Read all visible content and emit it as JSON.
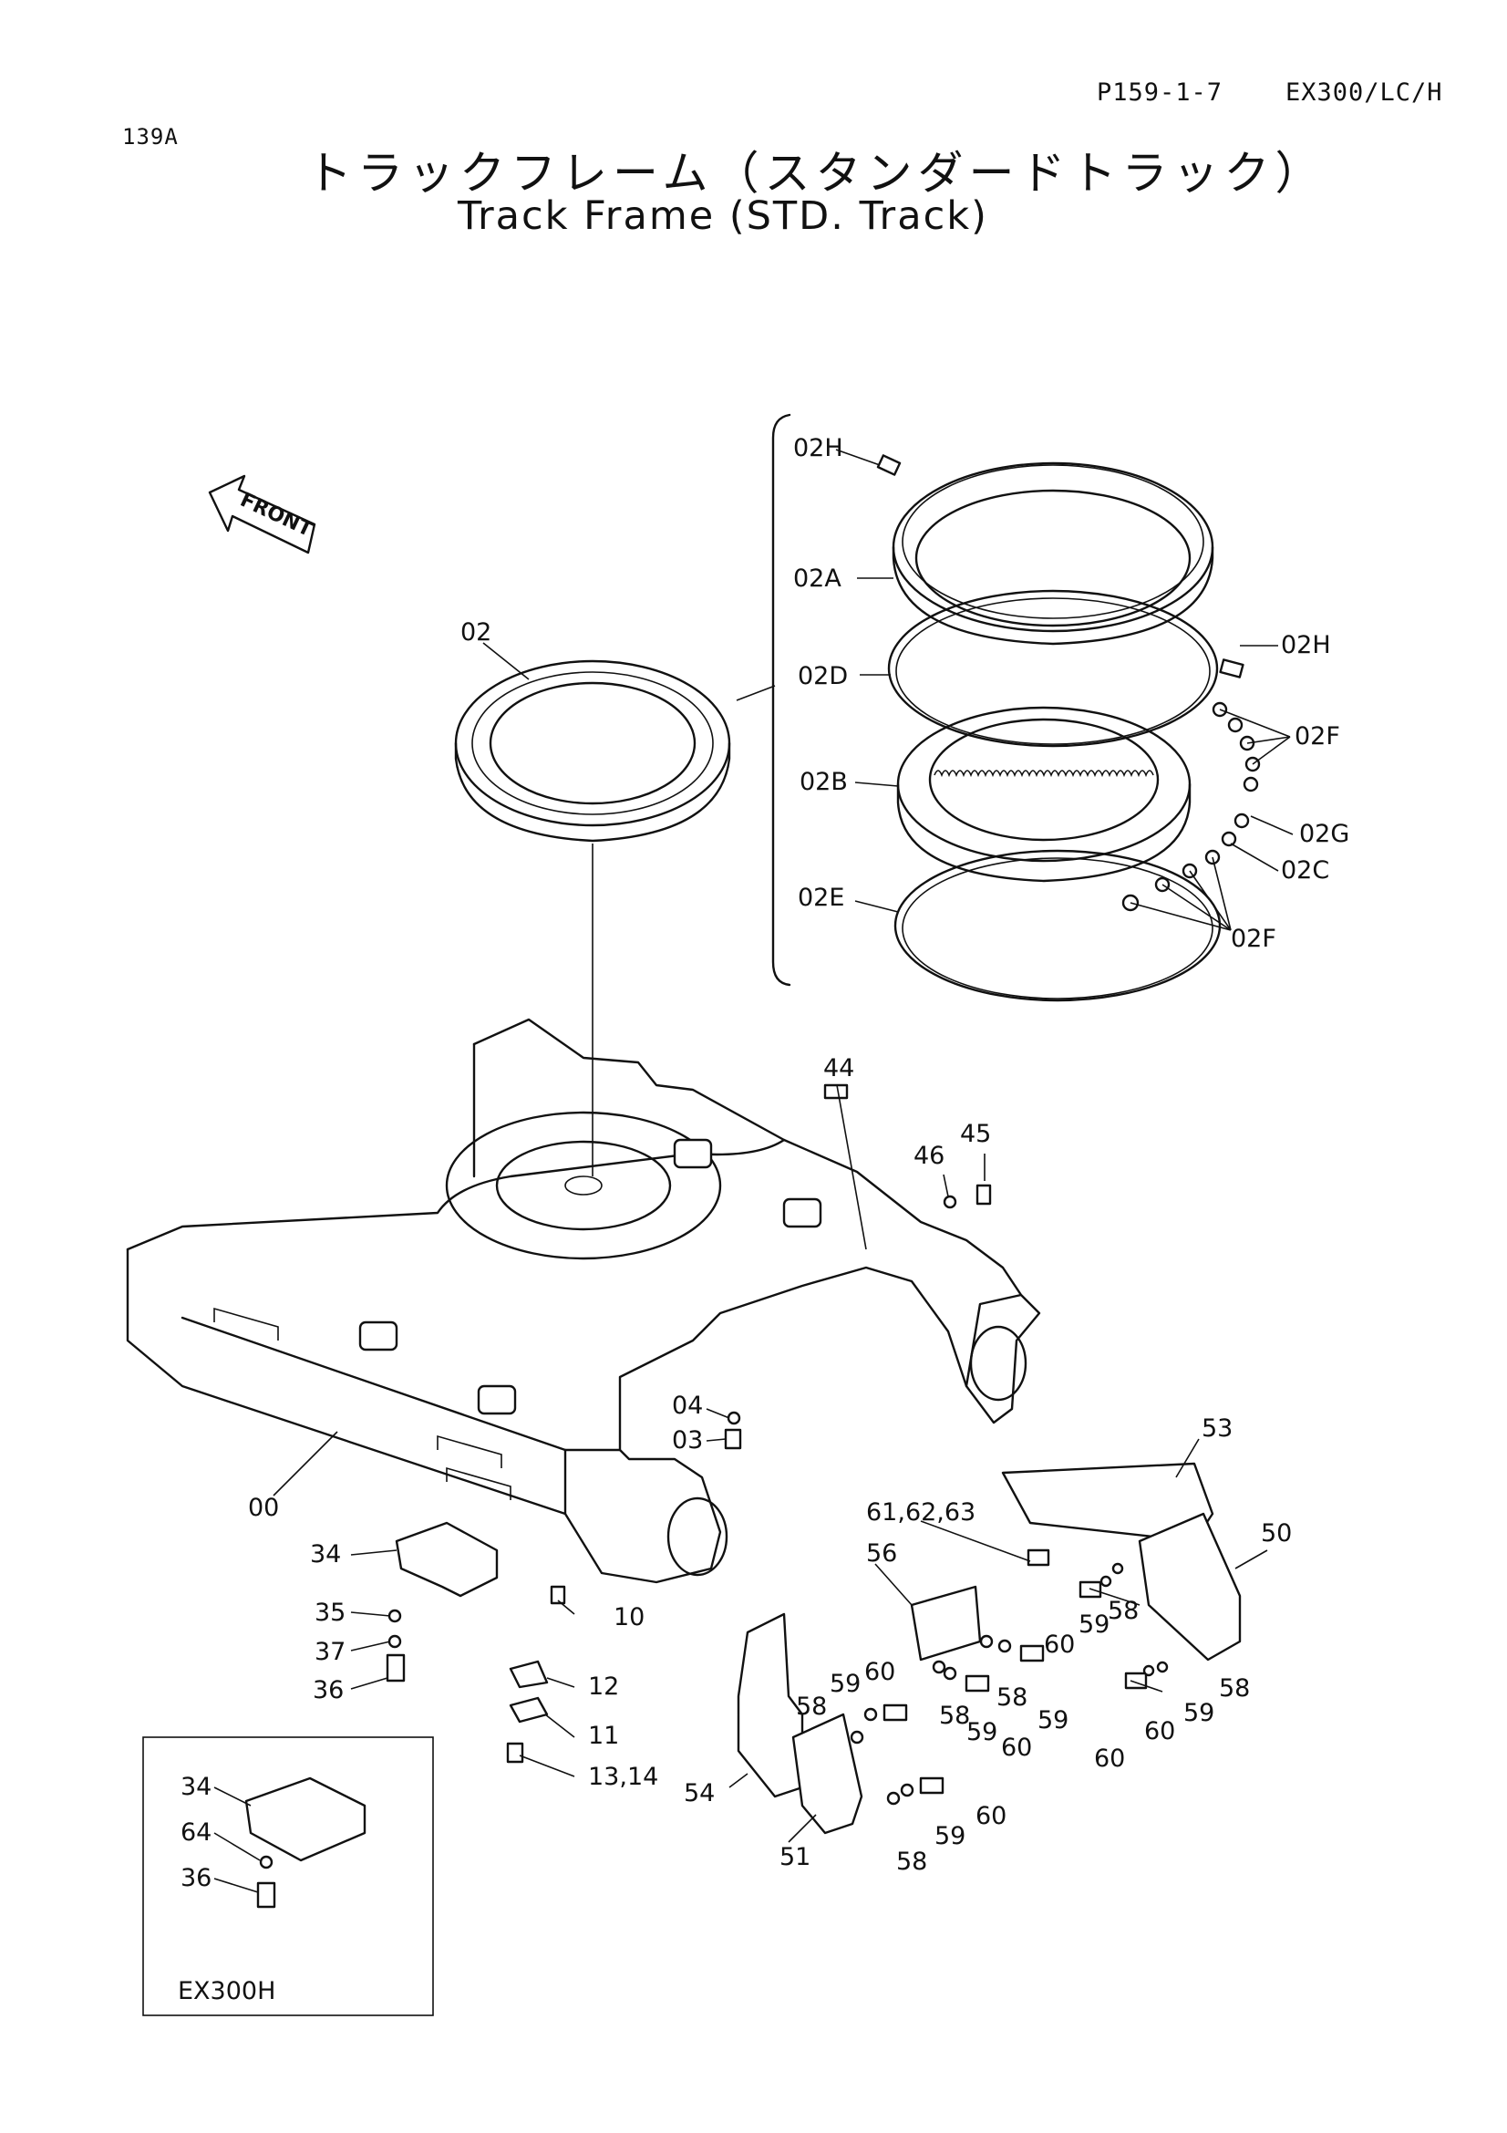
{
  "header": {
    "page_ref": "P159-1-7",
    "model": "EX300/LC/H",
    "section": "139A"
  },
  "title": {
    "japanese": "トラックフレーム（スタンダードトラック）",
    "english": "Track Frame (STD. Track)"
  },
  "direction_arrow": "FRONT",
  "inset_caption": "EX300H",
  "callouts": {
    "c02H_top": "02H",
    "c02A": "02A",
    "c02H_right": "02H",
    "c02D": "02D",
    "c02F_top": "02F",
    "c02B": "02B",
    "c02G": "02G",
    "c02C": "02C",
    "c02E": "02E",
    "c02F_bottom": "02F",
    "c02": "02",
    "c44": "44",
    "c45": "45",
    "c46": "46",
    "c04": "04",
    "c03": "03",
    "c00": "00",
    "c53": "53",
    "c61": "61,62,63",
    "c50": "50",
    "c56": "56",
    "c34": "34",
    "c35": "35",
    "c37": "37",
    "c36": "36",
    "c10": "10",
    "c12": "12",
    "c11": "11",
    "c13": "13,14",
    "c60a": "60",
    "c59a": "59",
    "c58a": "58",
    "c59b": "59",
    "c60b": "60",
    "c58b": "58",
    "c58c": "58",
    "c59c": "59",
    "c58d": "58",
    "c60c": "60",
    "c59d": "59",
    "c60d": "60",
    "c58e": "58",
    "c60e": "60",
    "c59e": "59",
    "c54": "54",
    "c51": "51",
    "c60f": "60",
    "c59f": "59",
    "c58f": "58",
    "c34i": "34",
    "c64i": "64",
    "c36i": "36"
  }
}
